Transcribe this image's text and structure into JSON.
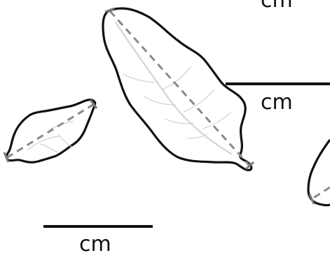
{
  "scale_bars": [
    {
      "id": "top-clipped",
      "label": "cm"
    },
    {
      "id": "middle-right",
      "label": "cm"
    },
    {
      "id": "bottom-left",
      "label": "cm"
    }
  ],
  "leaves": [
    {
      "id": "leaf-left-small"
    },
    {
      "id": "leaf-center-large"
    },
    {
      "id": "leaf-right-partial"
    }
  ],
  "colors": {
    "outline": "#111111",
    "measure_line": "#8a8a8a",
    "vein": "#cfcfcf",
    "background": "#ffffff"
  }
}
